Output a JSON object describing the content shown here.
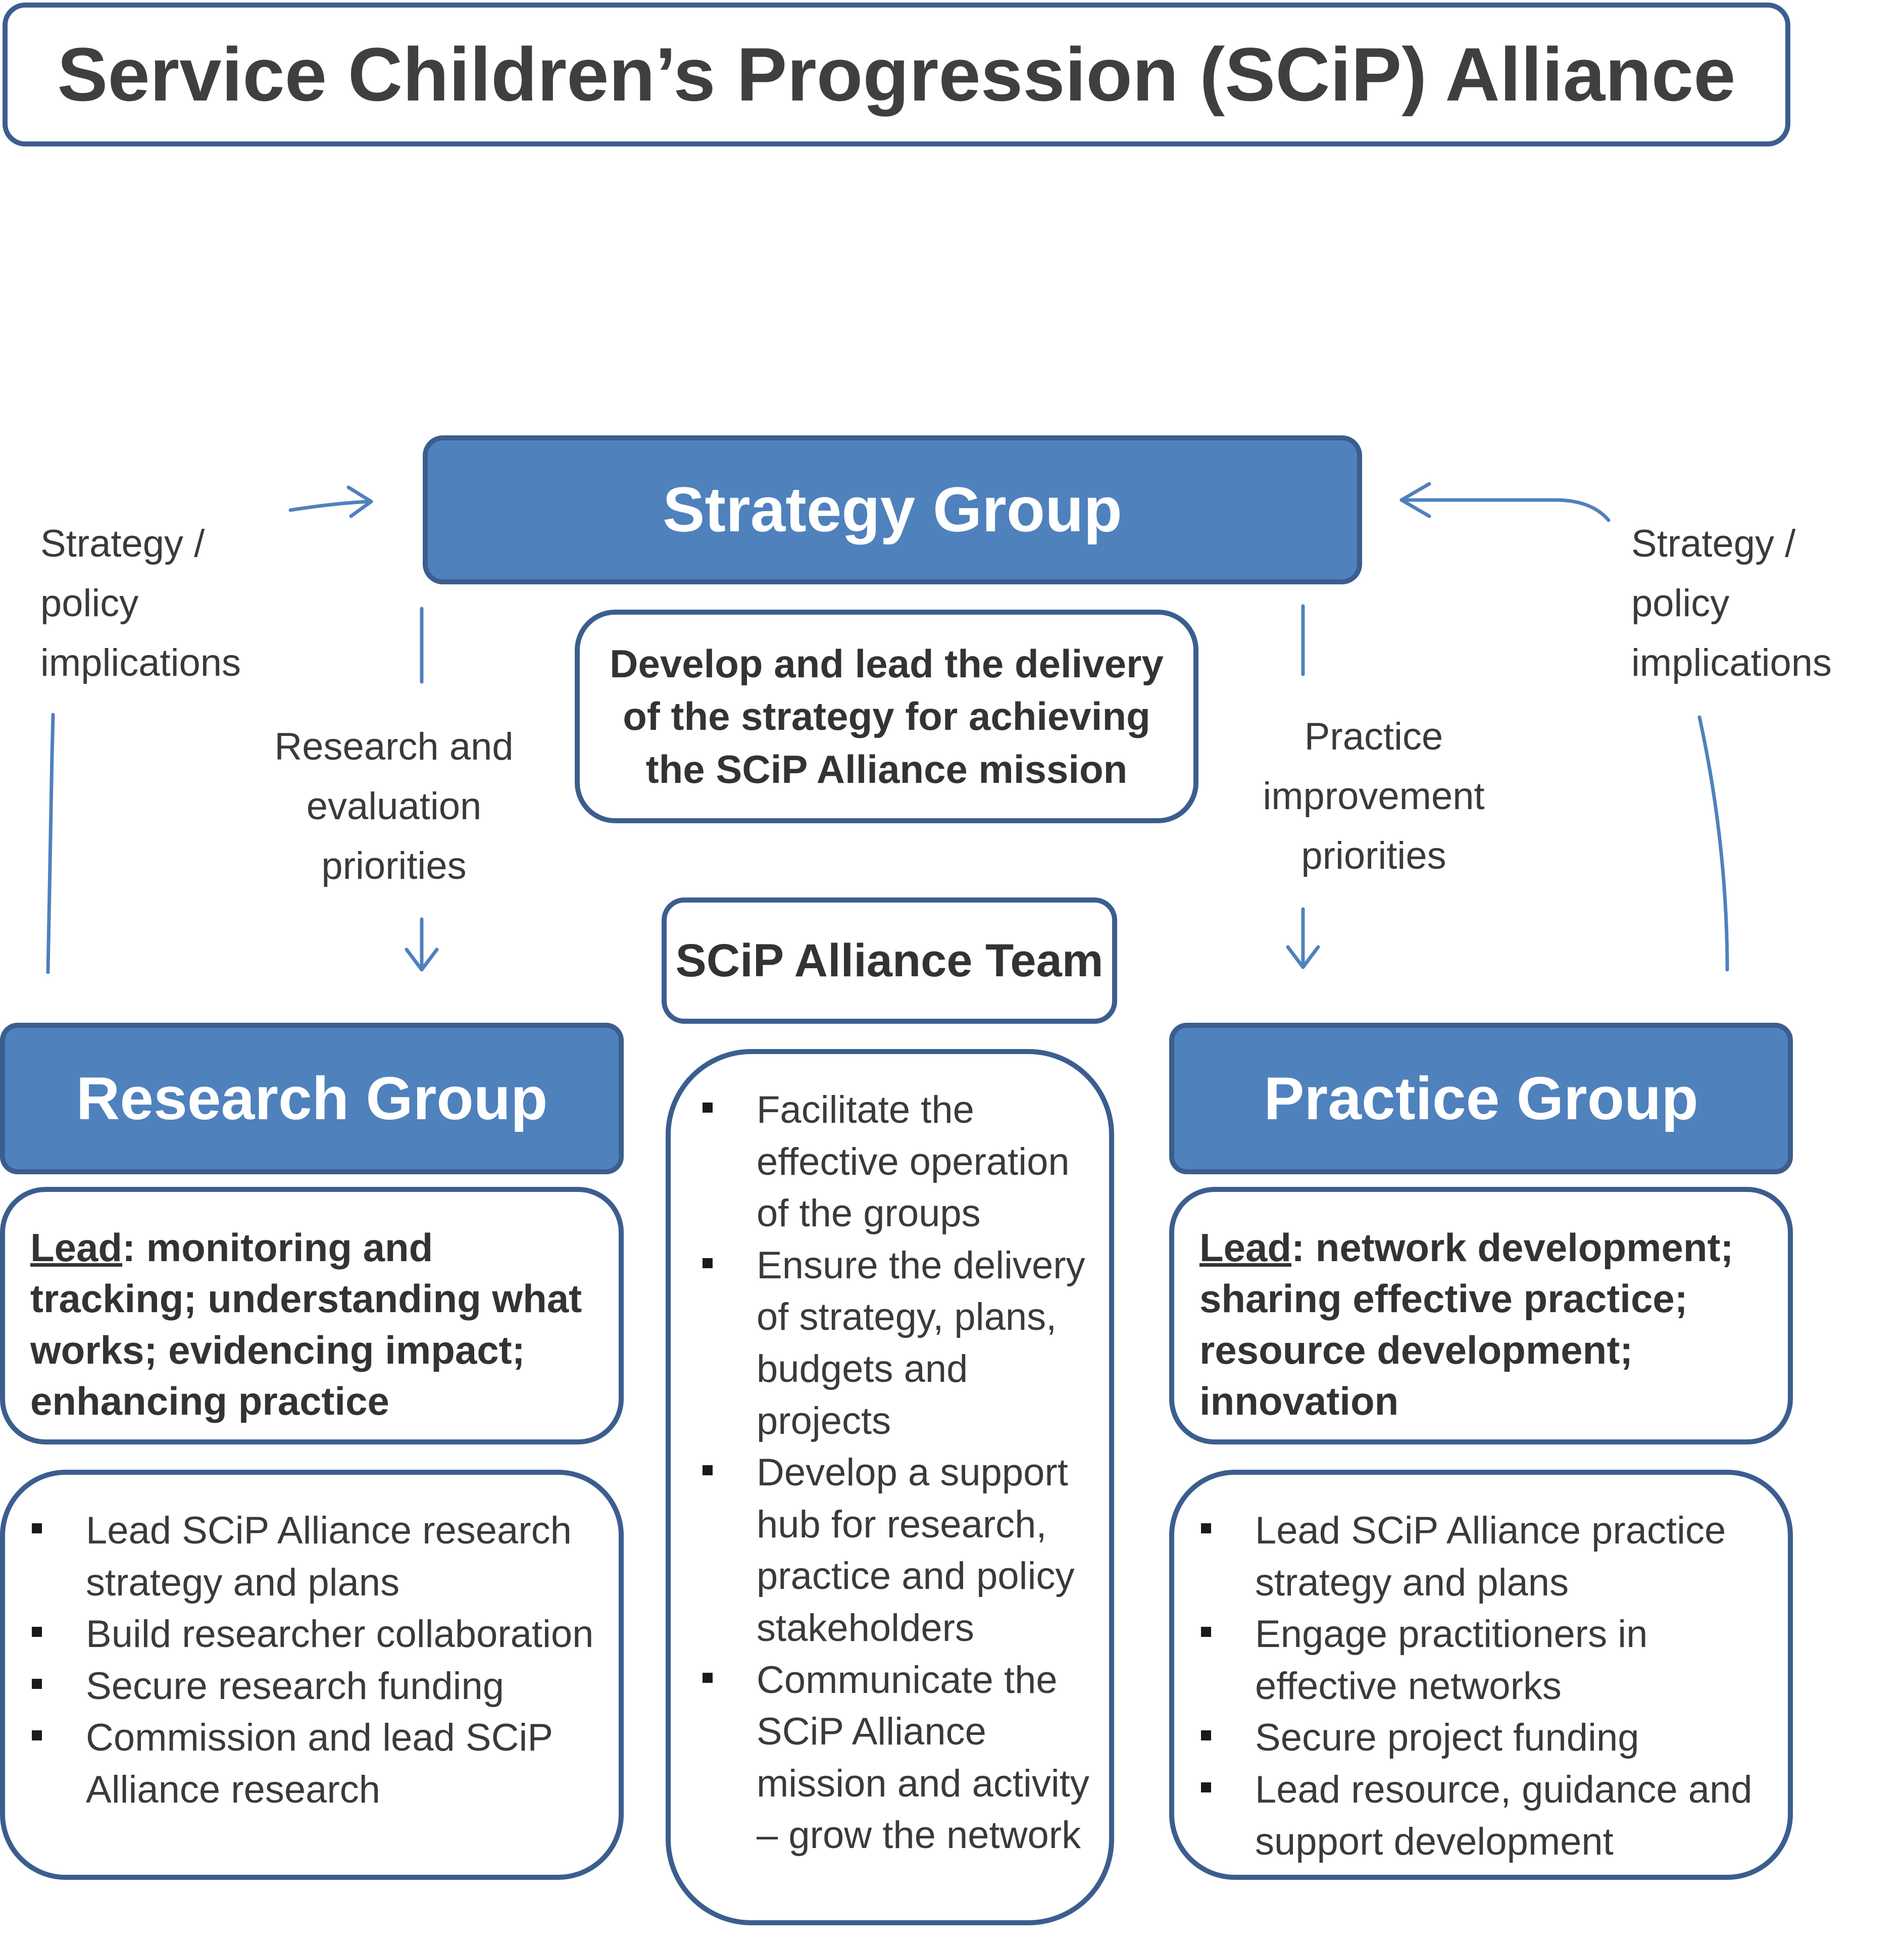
{
  "title": "Service Children’s Progression (SCiP) Alliance",
  "strategy": {
    "title": "Strategy Group",
    "description": "Develop and lead the delivery of the strategy for achieving the SCiP Alliance mission"
  },
  "labels": {
    "left_policy": "Strategy / policy implications",
    "right_policy": "Strategy / policy implications",
    "research_priorities": "Research and evaluation priorities",
    "practice_priorities": "Practice improvement priorities"
  },
  "team": {
    "title": "SCiP Alliance Team",
    "items": [
      "Facilitate the effective operation of the groups",
      "Ensure the delivery of strategy, plans, budgets and projects",
      "Develop a support hub for research, practice and policy stakeholders",
      "Communicate the SCiP Alliance mission and activity – grow the network"
    ]
  },
  "research": {
    "title": "Research Group",
    "lead_word": "Lead",
    "lead_text": ": monitoring and tracking; understanding what works; evidencing impact; enhancing practice",
    "items": [
      "Lead SCiP Alliance research strategy and plans",
      "Build researcher collaboration",
      "Secure research funding",
      "Commission and lead SCiP Alliance research"
    ]
  },
  "practice": {
    "title": "Practice Group",
    "lead_word": "Lead",
    "lead_text": ": network development; sharing effective practice; resource development; innovation",
    "items": [
      "Lead SCiP Alliance practice strategy and plans",
      "Engage practitioners in effective networks",
      "Secure project funding",
      "Lead resource, guidance and support development"
    ]
  },
  "colors": {
    "box_fill": "#4f81bd",
    "border": "#3b5e8e",
    "connector": "#4f81bd"
  }
}
